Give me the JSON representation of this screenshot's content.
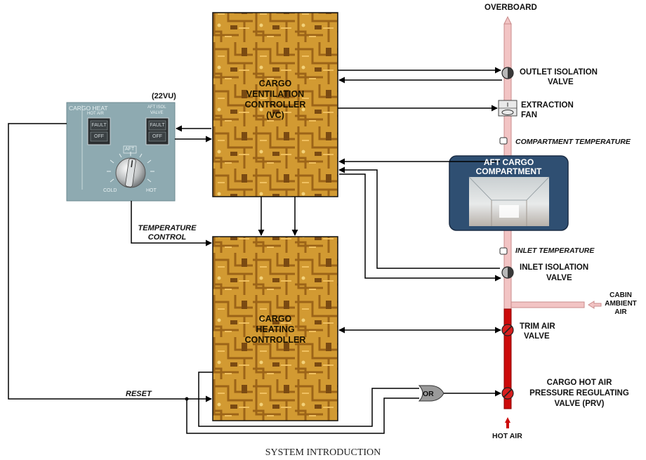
{
  "labels": {
    "overboard": "OVERBOARD",
    "outlet_valve": [
      "OUTLET ISOLATION",
      "VALVE"
    ],
    "extraction_fan": [
      "EXTRACTION",
      "FAN"
    ],
    "compartment_temperature": "COMPARTMENT TEMPERATURE",
    "inlet_temperature": "INLET TEMPERATURE",
    "inlet_valve": [
      "INLET ISOLATION",
      "VALVE"
    ],
    "cabin_ambient_air": [
      "CABIN",
      "AMBIENT",
      "AIR"
    ],
    "trim_air_valve": [
      "TRIM AIR",
      "VALVE"
    ],
    "prv": [
      "CARGO HOT AIR",
      "PRESSURE REGULATING",
      "VALVE (PRV)"
    ],
    "hot_air": "HOT AIR",
    "temperature_control": [
      "TEMPERATURE",
      "CONTROL"
    ],
    "reset": "RESET",
    "or_gate": "OR",
    "panel_ref": "(22VU)"
  },
  "controllers": {
    "ventilation": [
      "CARGO",
      "VENTILATION",
      "CONTROLLER",
      "(VC)"
    ],
    "heating": [
      "CARGO",
      "HEATING",
      "CONTROLLER"
    ]
  },
  "aft_compartment": {
    "title": [
      "AFT CARGO",
      "COMPARTMENT"
    ]
  },
  "panel": {
    "title": "CARGO HEAT",
    "hot_air_label": "HOT AIR",
    "aft_isol_label": [
      "AFT ISOL",
      "VALVE"
    ],
    "fault": "FAULT",
    "off": "OFF",
    "knob_label": "AFT",
    "cold": "COLD",
    "hot": "HOT"
  },
  "caption": "SYSTEM INTRODUCTION",
  "colors": {
    "duct_pink": "#f2c4c4",
    "duct_red": "#cc0a0a",
    "controller_orange": "#d29a32",
    "panel_gray": "#8eaab1",
    "compartment_blue": "#2f4f72"
  }
}
